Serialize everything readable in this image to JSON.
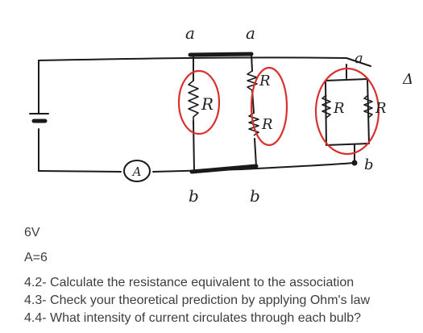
{
  "circuit": {
    "node_labels_top": [
      "a",
      "a",
      "a"
    ],
    "node_labels_bottom": [
      "b",
      "b",
      "b"
    ],
    "ammeter_label": "A",
    "resistor_labels": [
      "R",
      "R",
      "R",
      "R",
      "R"
    ],
    "delta_symbol": "Δ",
    "ink_color": "#1a1a1a",
    "accent_color": "#d9302c"
  },
  "text": {
    "voltage": "6V",
    "current": "A=6",
    "q42": "4.2- Calculate the resistance equivalent to the association",
    "q43": "4.3- Check your theoretical prediction by applying Ohm's law",
    "q44": "4.4- What intensity of current circulates through each bulb?"
  }
}
